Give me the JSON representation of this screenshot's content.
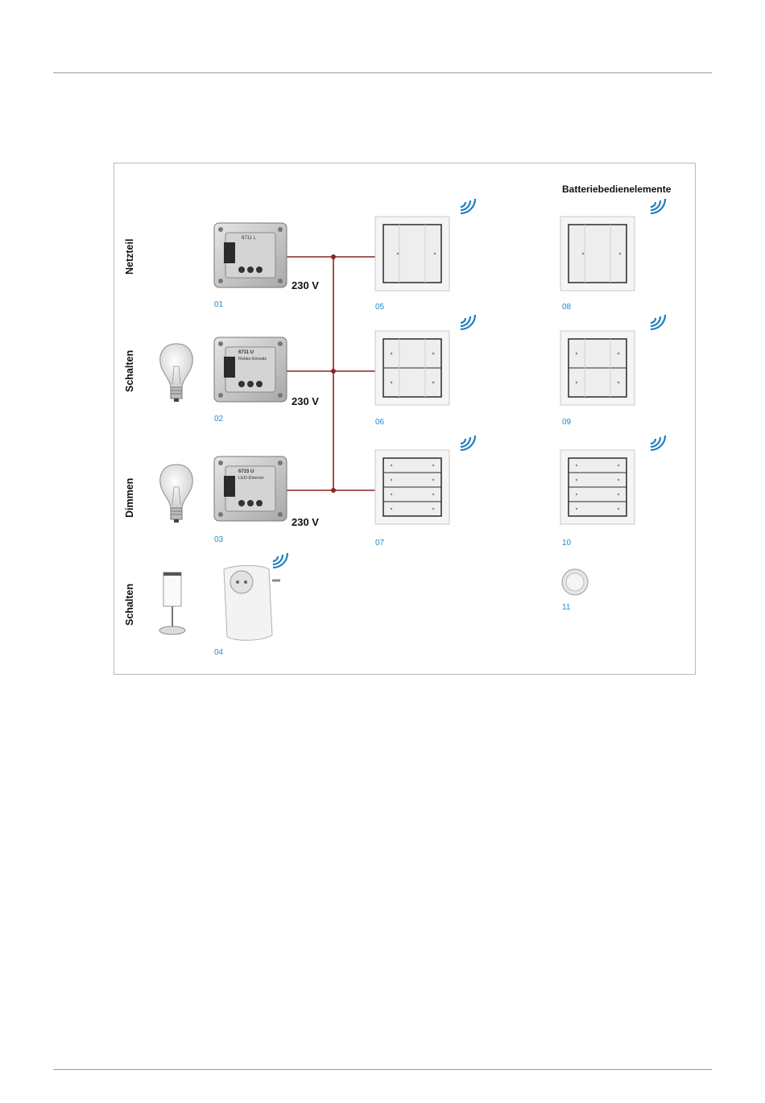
{
  "header_title": "Batteriebedienelemente",
  "row_labels": [
    "Netzteil",
    "Schalten",
    "Dimmen",
    "Schalten"
  ],
  "voltage_label": "230 V",
  "device_numbers": [
    "01",
    "02",
    "03",
    "04",
    "05",
    "06",
    "07",
    "08",
    "09",
    "10",
    "11"
  ],
  "insert_labels": {
    "netzteil": "6711 L",
    "relais_code": "6711 U",
    "relais_text": "Relais-Einsatz",
    "dimmer_code": "6715 U",
    "dimmer_text": "LED-Dimmer"
  },
  "colors": {
    "wire": "#8b2323",
    "number": "#1f8ac9",
    "wireless": "#1f7fc0",
    "rule": "#9a9a9a"
  },
  "icons": [
    "wireless-signal-icon",
    "light-bulb-icon",
    "lamp-icon",
    "plug-adapter-icon",
    "battery-icon"
  ]
}
